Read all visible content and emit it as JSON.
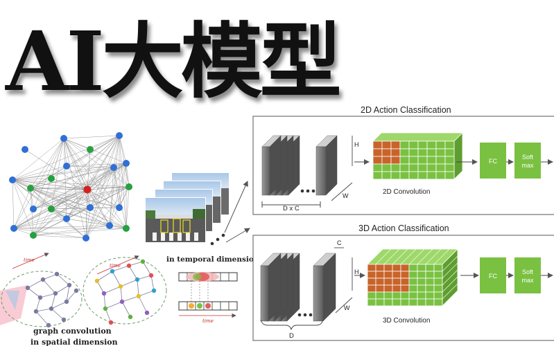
{
  "title": "AI大模型",
  "labels": {
    "temporal": "in temporal dimension",
    "time": "time",
    "graph_conv": "graph convolution",
    "graph_conv_sub": "in spatial dimension"
  },
  "panel2d": {
    "heading": "2D Action Classification",
    "h": "H",
    "w": "W",
    "dxc": "D x C",
    "conv": "2D Convolution",
    "fc": "FC",
    "soft1": "Soft",
    "soft2": "max"
  },
  "panel3d": {
    "heading": "3D Action Classification",
    "c": "C",
    "h": "H",
    "w": "W",
    "d": "D",
    "conv": "3D Convolution",
    "fc": "FC",
    "soft1": "Soft",
    "soft2": "max"
  },
  "colors": {
    "green": "#7ac142",
    "orange": "#c8642a",
    "node_blue": "#2f6fd6",
    "node_green": "#27a040",
    "node_red": "#d62020"
  }
}
